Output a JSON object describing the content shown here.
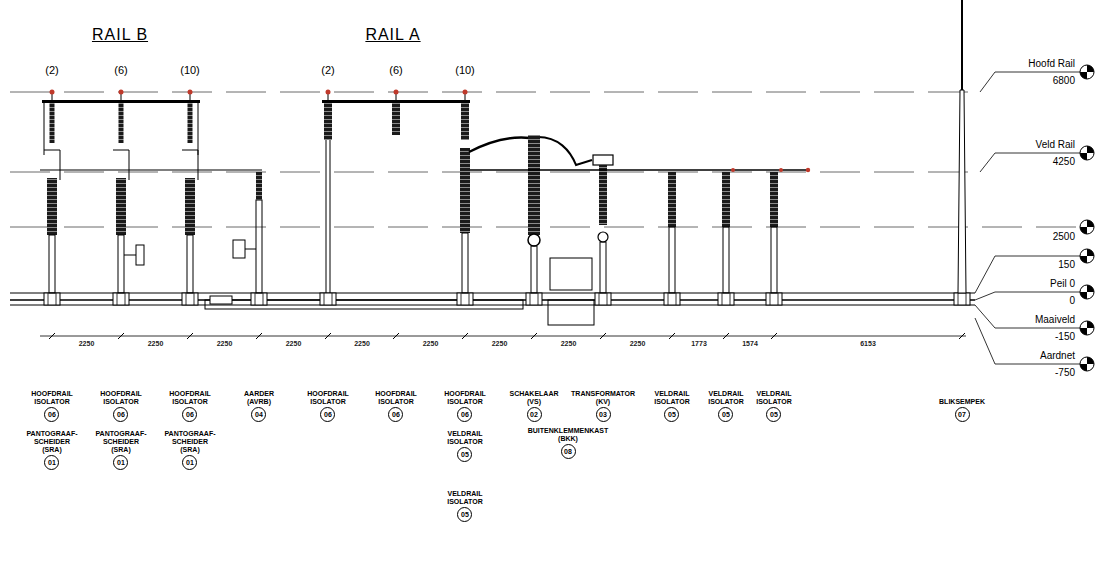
{
  "diagram": {
    "nodes": [
      {
        "text": [
          "HOOFDRAIL ISOLATOR",
          "06"
        ]
      },
      {
        "text": [
          "HOOFDRAIL ISOLATOR",
          "06"
        ]
      },
      {
        "text": [
          "HOOFDRAIL ISOLATOR",
          "06"
        ]
      },
      {
        "text": [
          "AARDER (AVRB)",
          "04"
        ]
      },
      {
        "text": [
          "HOOFDRAIL ISOLATOR",
          "06"
        ]
      },
      {
        "text": [
          "HOOFDRAIL ISOLATOR",
          "06"
        ]
      },
      {
        "text": [
          "HOOFDRAIL ISOLATOR",
          "06"
        ]
      },
      {
        "text": [
          "SCHAKELAAR (VS)",
          "02"
        ]
      },
      {
        "text": [
          "TRANSFORMATOR (KV)",
          "03"
        ]
      },
      {
        "text": [
          "VELDRAIL ISOLATOR",
          "05"
        ]
      },
      {
        "text": [
          "VELDRAIL ISOLATOR",
          "05"
        ]
      },
      {
        "text": [
          "VELDRAIL ISOLATOR",
          "05"
        ]
      },
      {
        "text": [
          "BLIKSEMPEK",
          "07"
        ]
      },
      {
        "text": [
          "PANTOGRAAF- SCHEIDER (SRA)",
          "01"
        ]
      },
      {
        "text": [
          "PANTOGRAAF- SCHEIDER (SRA)",
          "01"
        ]
      },
      {
        "text": [
          "PANTOGRAAF- SCHEIDER (SRA)",
          "01"
        ]
      },
      {
        "text": [
          "VELDRAIL ISOLATOR",
          "05"
        ]
      },
      {
        "text": [
          "BUITENKLEMMENKAST (BKK)",
          "08"
        ]
      },
      {
        "text": [
          "VELDRAIL ISOLATOR",
          "05"
        ]
      }
    ],
    "labels": [
      "RAIL B",
      "RAIL A",
      "(2)",
      "(6)",
      "(10)",
      "(2)",
      "(6)",
      "(10)",
      "Hoofd Rail",
      "6800",
      "Veld Rail",
      "4250",
      "2500",
      "150",
      "Peil 0",
      "0",
      "Maaiveld",
      "-150",
      "Aardnet",
      "-750",
      "2250",
      "2250",
      "2250",
      "2250",
      "2250",
      "2250",
      "2250",
      "2250",
      "2250",
      "1773",
      "1574",
      "6153"
    ]
  }
}
